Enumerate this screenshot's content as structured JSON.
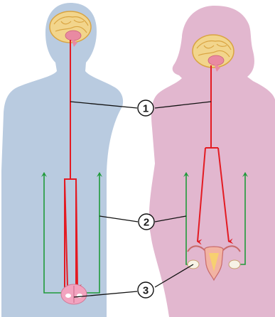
{
  "colors": {
    "male_body": "#b9cbe0",
    "female_body": "#e2b7cf",
    "brain": "#f2d58c",
    "brain_detail": "#d9a441",
    "brain_inner": "#e98aa2",
    "hormone_line": "#e31b23",
    "feedback_line": "#1f9a3a",
    "leader_line": "#111111",
    "testes": "#f2a3bf",
    "uterus": "#f2b3a3",
    "ovary": "#f7f2e6"
  },
  "callouts": [
    {
      "label": "1",
      "icon": "circled-number-1"
    },
    {
      "label": "2",
      "icon": "circled-number-2"
    },
    {
      "label": "3",
      "icon": "circled-number-3"
    }
  ]
}
